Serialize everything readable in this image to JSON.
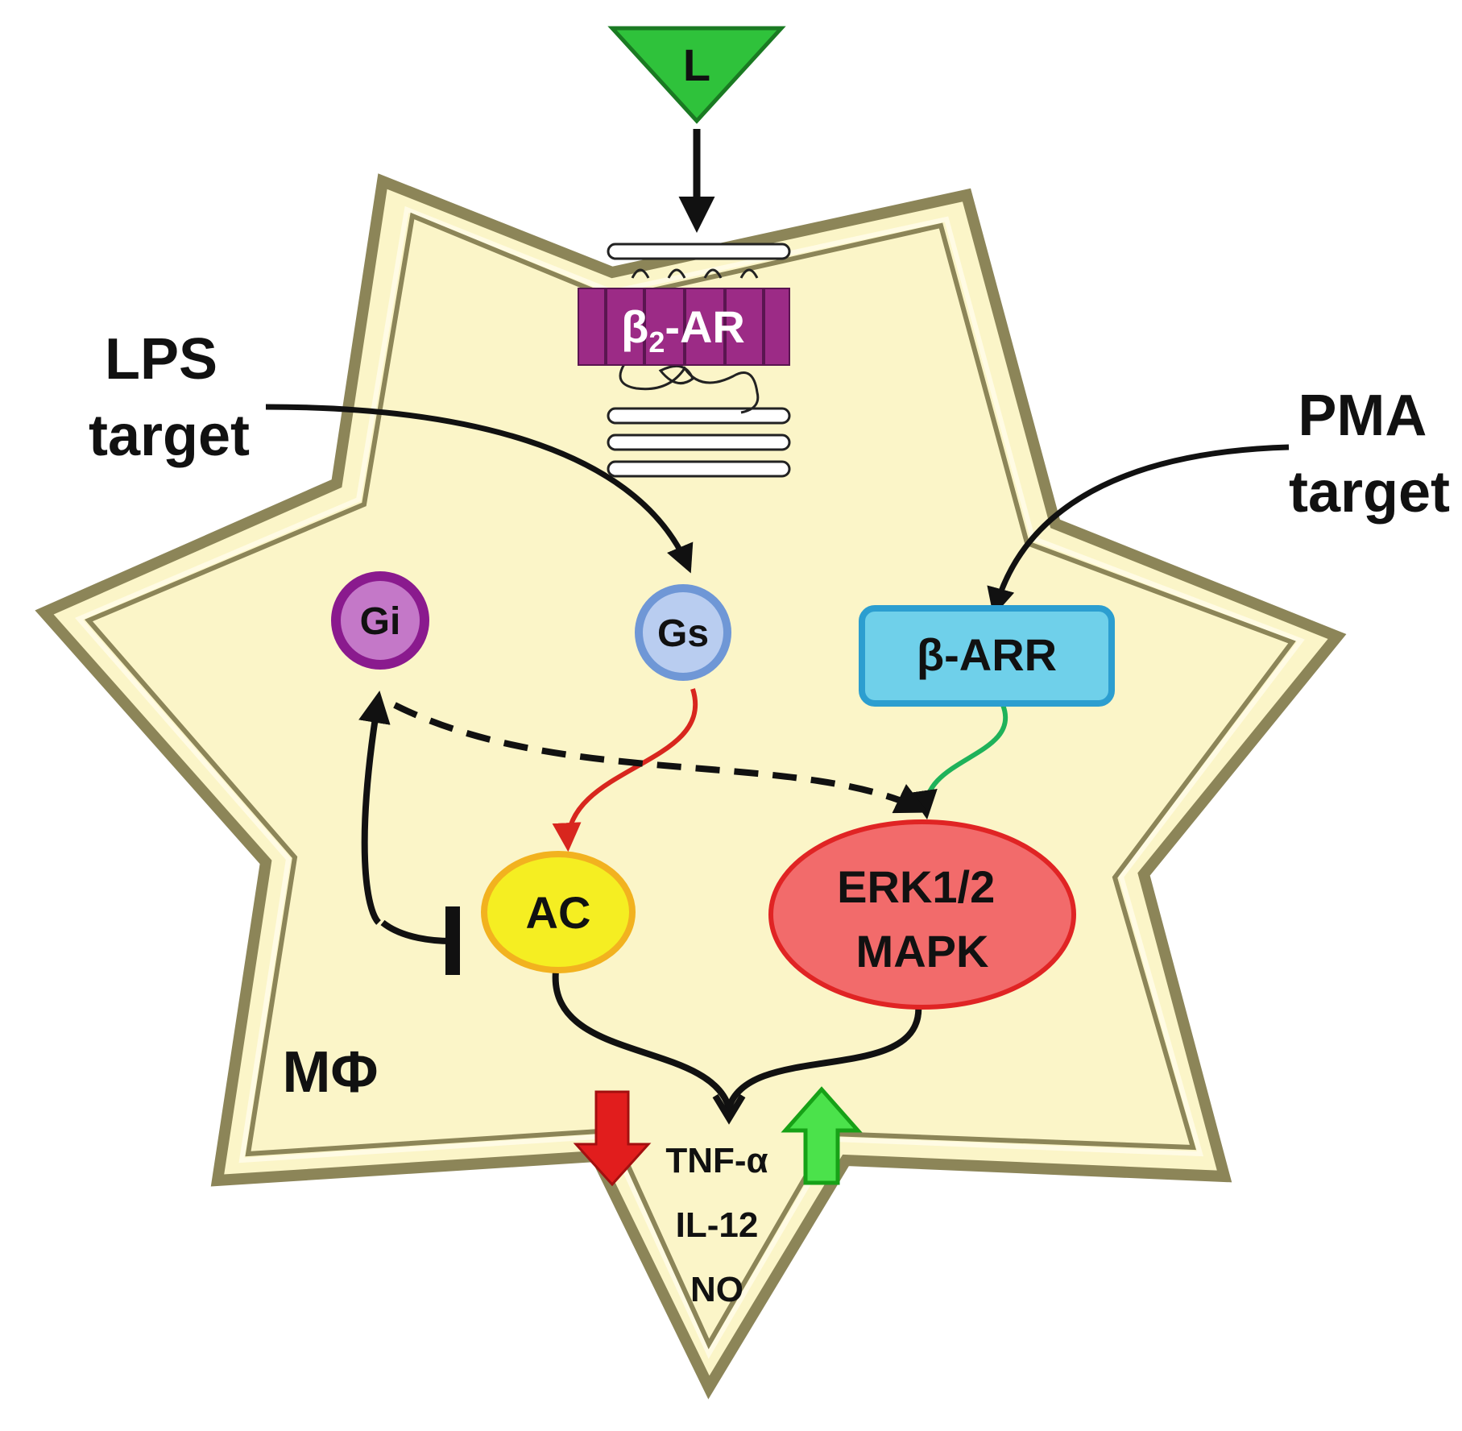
{
  "ligand": {
    "label": "L"
  },
  "receptor": {
    "label": "β2-AR",
    "prefix": "β",
    "subscript": "2",
    "suffix": "-AR"
  },
  "stimuli": {
    "lps": {
      "line1": "LPS",
      "line2": "target"
    },
    "pma": {
      "line1": "PMA",
      "line2": "target"
    }
  },
  "nodes": {
    "gi": {
      "label": "Gi"
    },
    "gs": {
      "label": "Gs"
    },
    "barr": {
      "label": "β-ARR"
    },
    "ac": {
      "label": "AC"
    },
    "erk": {
      "line1": "ERK1/2",
      "line2": "MAPK"
    }
  },
  "cell": {
    "label": "MΦ"
  },
  "outputs": [
    "TNF-α",
    "IL-12",
    "NO"
  ],
  "colors": {
    "cell_fill": "#fbf5c8",
    "cell_border": "#8c8558",
    "ligand": "#2fc23b",
    "receptor": "#9c2b86",
    "gi": "#c478c8",
    "gs": "#b9cdf0",
    "barr": "#6fd0ea",
    "ac": "#f5ee22",
    "erk": "#f26b6b",
    "red_arrow": "#e11d1d",
    "green_arrow": "#4be24b"
  }
}
